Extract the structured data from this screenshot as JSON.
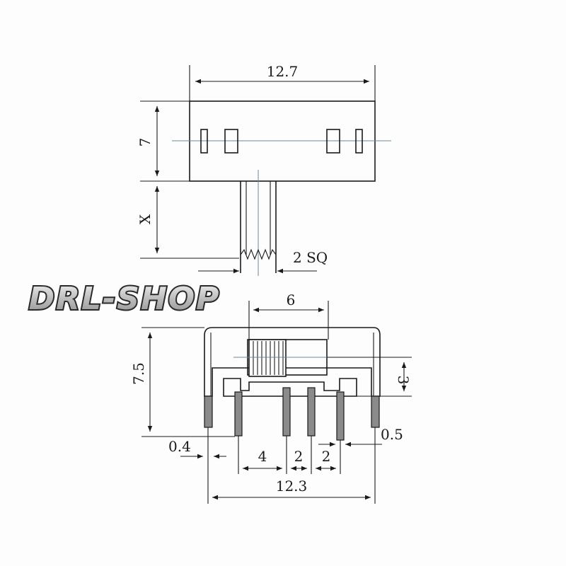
{
  "watermark": "DRL-SHOP",
  "top_view": {
    "width_label": "12.7",
    "height_label": "7",
    "actuator_label": "X",
    "actuator_size_label": "2 SQ"
  },
  "front_view": {
    "actuator_width_label": "6",
    "height_label": "7.5",
    "tab_height_label": "3",
    "pin_offset_label": "0.4",
    "pin_thickness_label": "0.5",
    "pitch_a_label": "4",
    "pitch_b_label": "2",
    "pitch_c_label": "2",
    "total_width_label": "12.3"
  }
}
